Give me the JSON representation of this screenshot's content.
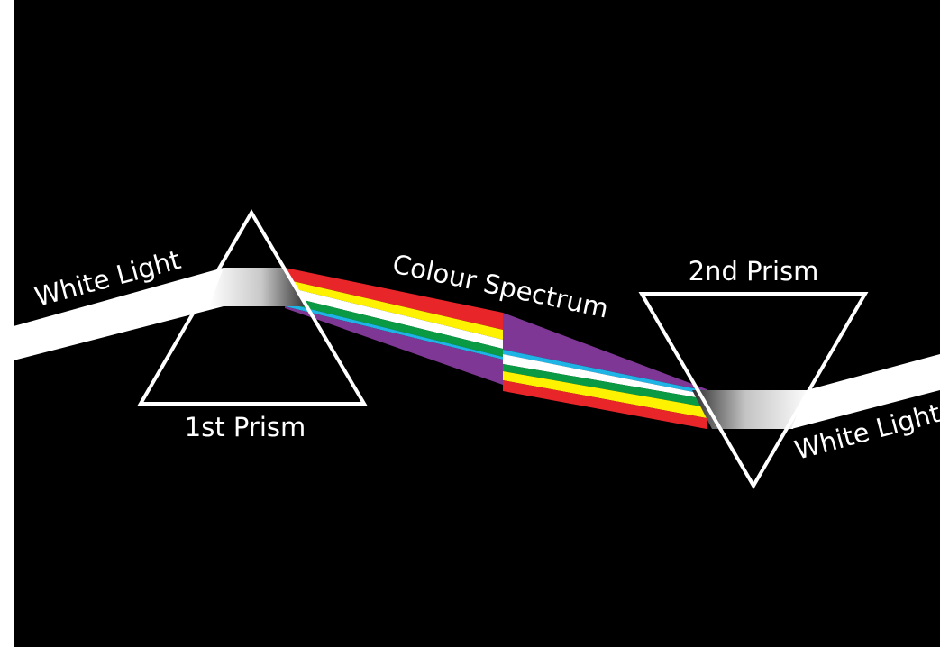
{
  "labels": {
    "white_light_in": "White Light",
    "white_light_out": "White Light",
    "prism_1": "1st Prism",
    "prism_2": "2nd Prism",
    "spectrum": "Colour Spectrum"
  },
  "colors": {
    "background": "#000000",
    "beam": "#ffffff",
    "red": "#e8262a",
    "yellow": "#fff200",
    "green": "#0a9a44",
    "blue": "#1eb4e6",
    "violet": "#7f3795"
  }
}
